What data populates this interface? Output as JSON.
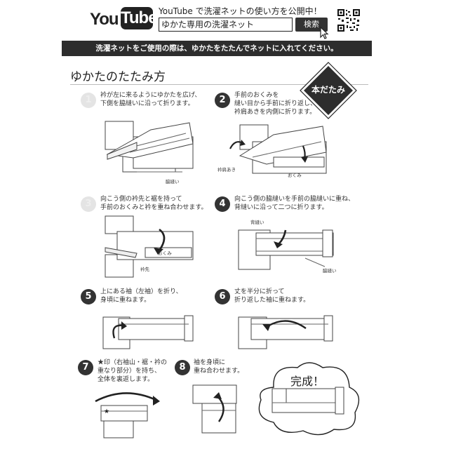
{
  "header": {
    "logo_you": "You",
    "logo_tube": "Tube",
    "caption": "YouTube で洗濯ネットの使い方を公開中！",
    "search_value": "ゆかた専用の洗濯ネット",
    "search_button": "検索"
  },
  "banner": "洗濯ネットをご使用の際は、ゆかたをたたんでネットに入れてください。",
  "title": "ゆかたのたたみ方",
  "badge": "本だたみ",
  "steps": [
    {
      "num": "1",
      "line1": "衿が左に来るようにゆかたを広げ、",
      "line2": "下側を脇縫いに沿って折ります。",
      "labels": [
        "脇縫い"
      ]
    },
    {
      "num": "2",
      "line1": "手前のおくみを",
      "line2": "縫い目から手前に折り返し、",
      "line3": "衿肩あきを内側に折ります。",
      "labels": [
        "衿肩あき",
        "おくみ"
      ]
    },
    {
      "num": "3",
      "line1": "向こう側の衿先と裾を持って",
      "line2": "手前のおくみと衿を重ね合わせます。",
      "labels": [
        "おくみ",
        "衿先"
      ]
    },
    {
      "num": "4",
      "line1": "向こう側の脇縫いを手前の脇縫いに重ね、",
      "line2": "背縫いに沿って二つに折ります。",
      "labels": [
        "背縫い",
        "脇縫い"
      ]
    },
    {
      "num": "5",
      "line1": "上にある袖（左袖）を折り、",
      "line2": "身頃に重ねます。"
    },
    {
      "num": "6",
      "line1": "丈を半分に折って",
      "line2": "折り返した袖に重ねます。"
    },
    {
      "num": "7",
      "line1": "★印（右袖山・裾・衿の",
      "line2": "重なり部分）を持ち、",
      "line3": "全体を裏返します。",
      "labels": [
        "★"
      ]
    },
    {
      "num": "8",
      "line1": "袖を身頃に",
      "line2": "重ね合わせます。"
    }
  ],
  "done": "完成！"
}
